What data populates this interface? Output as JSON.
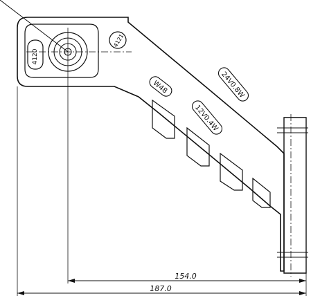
{
  "drawing": {
    "dimensions": {
      "short": "154.0",
      "long": "187.0"
    },
    "markings": {
      "voltage_24": "24V0.8W",
      "voltage_12": "12V0.4W",
      "code": "W48",
      "seal": "4121",
      "lens": "4120"
    },
    "colors": {
      "line": "#111111",
      "background": "#ffffff"
    }
  }
}
